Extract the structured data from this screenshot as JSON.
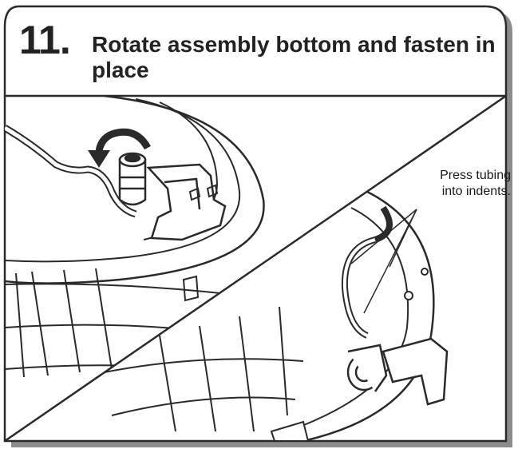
{
  "step": {
    "number": "11.",
    "title": "Rotate assembly bottom and fasten in place"
  },
  "callout": {
    "label": "Press tubing\ninto indents."
  },
  "colors": {
    "outline": "#2a2a2a",
    "header_background": "#ffffff",
    "drop_shadow": "#8c8c8c",
    "illustration_fill": "#ffffff"
  }
}
